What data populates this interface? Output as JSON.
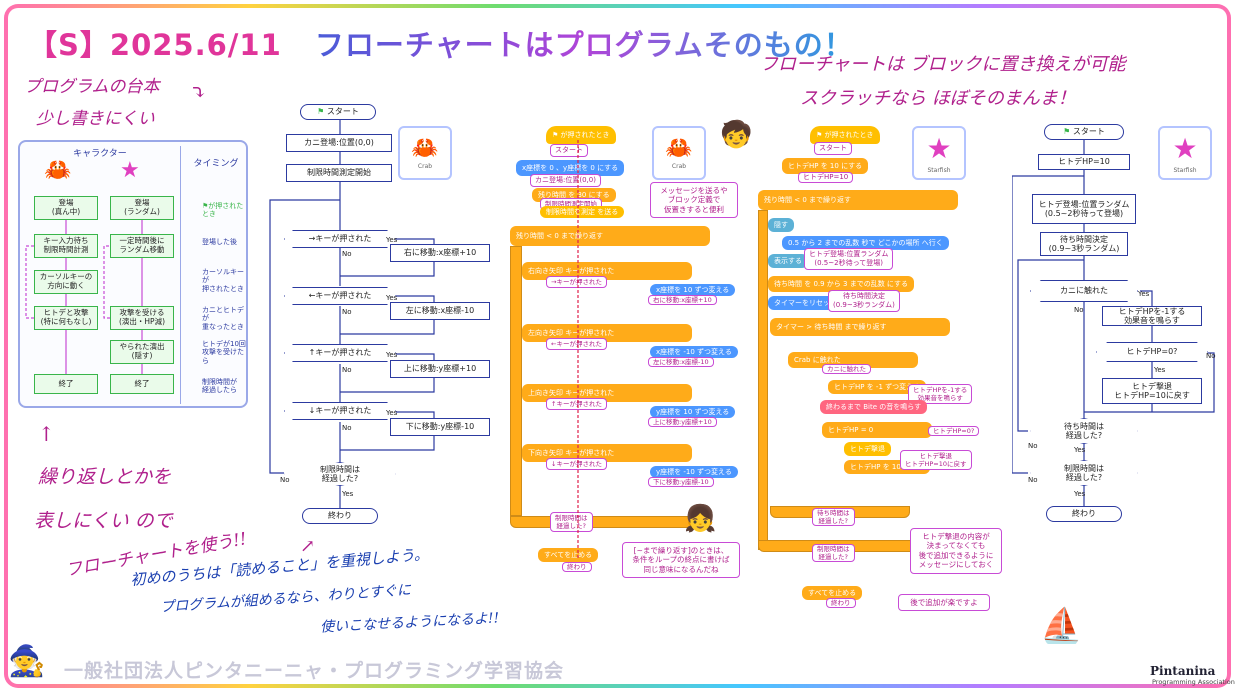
{
  "title": {
    "tag": "【S】",
    "date": "2025.6/11",
    "main": "フローチャートはプログラムそのもの！"
  },
  "notes": {
    "top_left_1": "プログラムの台本",
    "top_left_2": "少し書きにくい",
    "top_right_1": "フローチャートは ブロックに置き換えが可能",
    "top_right_2": "スクラッチなら ほぼそのまんま！",
    "left_mid_1": "繰り返しとかを",
    "left_mid_2": "表しにくい ので",
    "bottom_1": "フローチャートを使う!!",
    "bottom_2": "初めのうちは「読めること」を重視しよう。",
    "bottom_3": "プログラムが組めるなら、わりとすぐに",
    "bottom_4": "使いこなせるようになるよ!!"
  },
  "card": {
    "head_char": "キャラクター",
    "head_timing": "タイミング",
    "crab": [
      "登場\n(真ん中)",
      "キー入力待ち\n制限時間計測",
      "カーソルキーの\n方向に動く",
      "ヒトデと攻撃\n(特に何もなし)",
      "終了"
    ],
    "star": [
      "登場\n(ランダム)",
      "一定時間後に\nランダム移動",
      "攻撃を受ける\n(演出・HP減)",
      "やられた演出\n(隠す)",
      "終了"
    ],
    "timing": [
      "が押されたとき",
      "登場した後",
      "カーソルキーが\n押されたとき",
      "カニとヒトデが\n重なったとき",
      "ヒトデが10回\n攻撃を受けたら",
      "制限時間が\n経過したら"
    ]
  },
  "flow1": {
    "start": "スタート",
    "n1": "カニ登場:位置(0,0)",
    "n2": "制限時間測定開始",
    "d1": "→キーが押された",
    "a1": "右に移動:x座標+10",
    "d2": "←キーが押された",
    "a2": "左に移動:x座標-10",
    "d3": "↑キーが押された",
    "a3": "上に移動:y座標+10",
    "d4": "↓キーが押された",
    "a4": "下に移動:y座標-10",
    "d5": "制限時間は\n経過した?",
    "end": "終わり",
    "yes": "Yes",
    "no": "No"
  },
  "scratch1": {
    "hat": "が押されたとき",
    "r1": "スタート",
    "b1": "x座標を 0 、y座標を 0 にする",
    "r2": "カニ登場:位置(0,0)",
    "b2": "残り時間 を 30 にする",
    "r3": "制限時間測定開始",
    "b3": "制限時間を測定 を送る",
    "loop": "残り時間 < 0 まで繰り返す",
    "if1": "右向き矢印 キーが押された",
    "if2": "左向き矢印 キーが押された",
    "if3": "上向き矢印 キーが押された",
    "if4": "下向き矢印 キーが押された",
    "m1": "x座標を 10 ずつ変える",
    "m2": "x座標を -10 ずつ変える",
    "m3": "y座標を 10 ずつ変える",
    "m4": "y座標を -10 ずつ変える",
    "lab1": "→キーが押された",
    "lab2": "←キーが押された",
    "lab3": "↑キーが押された",
    "lab4": "↓キーが押された",
    "s1": "右に移動:x座標+10",
    "s2": "左に移動:x座標-10",
    "s3": "上に移動:y座標+10",
    "s4": "下に移動:y座標-10",
    "d5": "制限時間は\n経過した?",
    "stop": "すべてを止める",
    "end": "終わり",
    "note1": "メッセージを送るや\nブロック定義で\n仮置きすると便利",
    "note2": "[~まで繰り返す]のときは、\n条件をループの終点に書けば\n同じ意味になるんだね"
  },
  "thumbs": {
    "crab": "Crab",
    "star": "Starfish"
  },
  "scratch2": {
    "hat": "が押されたとき",
    "r1": "スタート",
    "b1": "ヒトデHP を 10 にする",
    "r2": "ヒトデHP=10",
    "loop": "残り時間 < 0 まで繰り返す",
    "hide": "隠す",
    "glide": "0.5 から 2 までの乱数 秒で どこかの場所 へ行く",
    "show": "表示する",
    "r3": "ヒトデ登場:位置ランダム\n(0.5~2秒待って登場)",
    "wait": "待ち時間 を 0.9 から 3 までの乱数 にする",
    "r4": "待ち時間決定\n(0.9~3秒ランダム)",
    "reset": "タイマーをリセット",
    "until": "タイマー > 待ち時間 まで繰り返す",
    "if1": "Crab に触れた",
    "r5": "カニに触れた",
    "hp": "ヒトデHP を -1 ずつ変える",
    "r6": "ヒトデHPを-1する\n効果音を鳴らす",
    "snd": "終わるまで Bite の音を鳴らす",
    "if2": "ヒトデHP = 0",
    "r7": "ヒトデHP=0?",
    "dead": "ヒトデ撃退",
    "r8": "ヒトデ撃退\nヒトデHP=10に戻す",
    "hp2": "ヒトデHP を 10 にする",
    "d5": "待ち時間は\n経過した?",
    "d6": "制限時間は\n経過した?",
    "stop": "すべてを止める",
    "end": "終わり",
    "note3": "ヒトデ撃退の内容が\n決まってなくても\n後で追加できるように\nメッセージにしておく",
    "note4": "後で追加が楽ですよ"
  },
  "flow2": {
    "start": "スタート",
    "n1": "ヒトデHP=10",
    "n2": "ヒトデ登場:位置ランダム\n(0.5~2秒待って登場)",
    "n3": "待ち時間決定\n(0.9~3秒ランダム)",
    "d1": "カニに触れた",
    "a1": "ヒトデHPを-1する\n効果音を鳴らす",
    "d2": "ヒトデHP=0?",
    "a2": "ヒトデ撃退\nヒトデHP=10に戻す",
    "d3": "待ち時間は\n経過した?",
    "d4": "制限時間は\n経過した?",
    "end": "終わり",
    "yes": "Yes",
    "no": "No"
  },
  "footer": "一般社団法人ピンタニーニャ・プログラミング学習協会",
  "logo": {
    "name": "Pintanina",
    "sub": "Programming Association"
  }
}
